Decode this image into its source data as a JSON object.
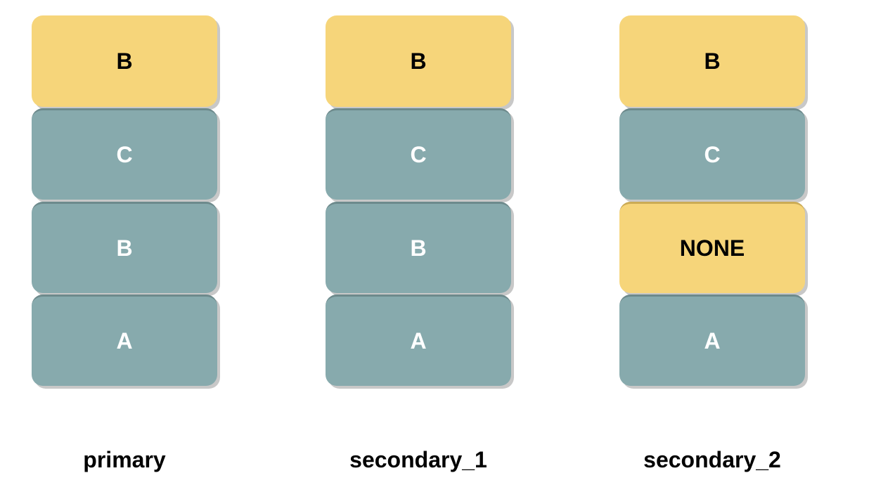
{
  "stacks": [
    {
      "label": "primary",
      "blocks": [
        "B",
        "C",
        "B",
        "A"
      ]
    },
    {
      "label": "secondary_1",
      "blocks": [
        "B",
        "C",
        "B",
        "A"
      ]
    },
    {
      "label": "secondary_2",
      "blocks": [
        "B",
        "C",
        "NONE",
        "A"
      ]
    }
  ],
  "colors": {
    "highlight": "#f6d57a",
    "normal": "#87aaad"
  }
}
